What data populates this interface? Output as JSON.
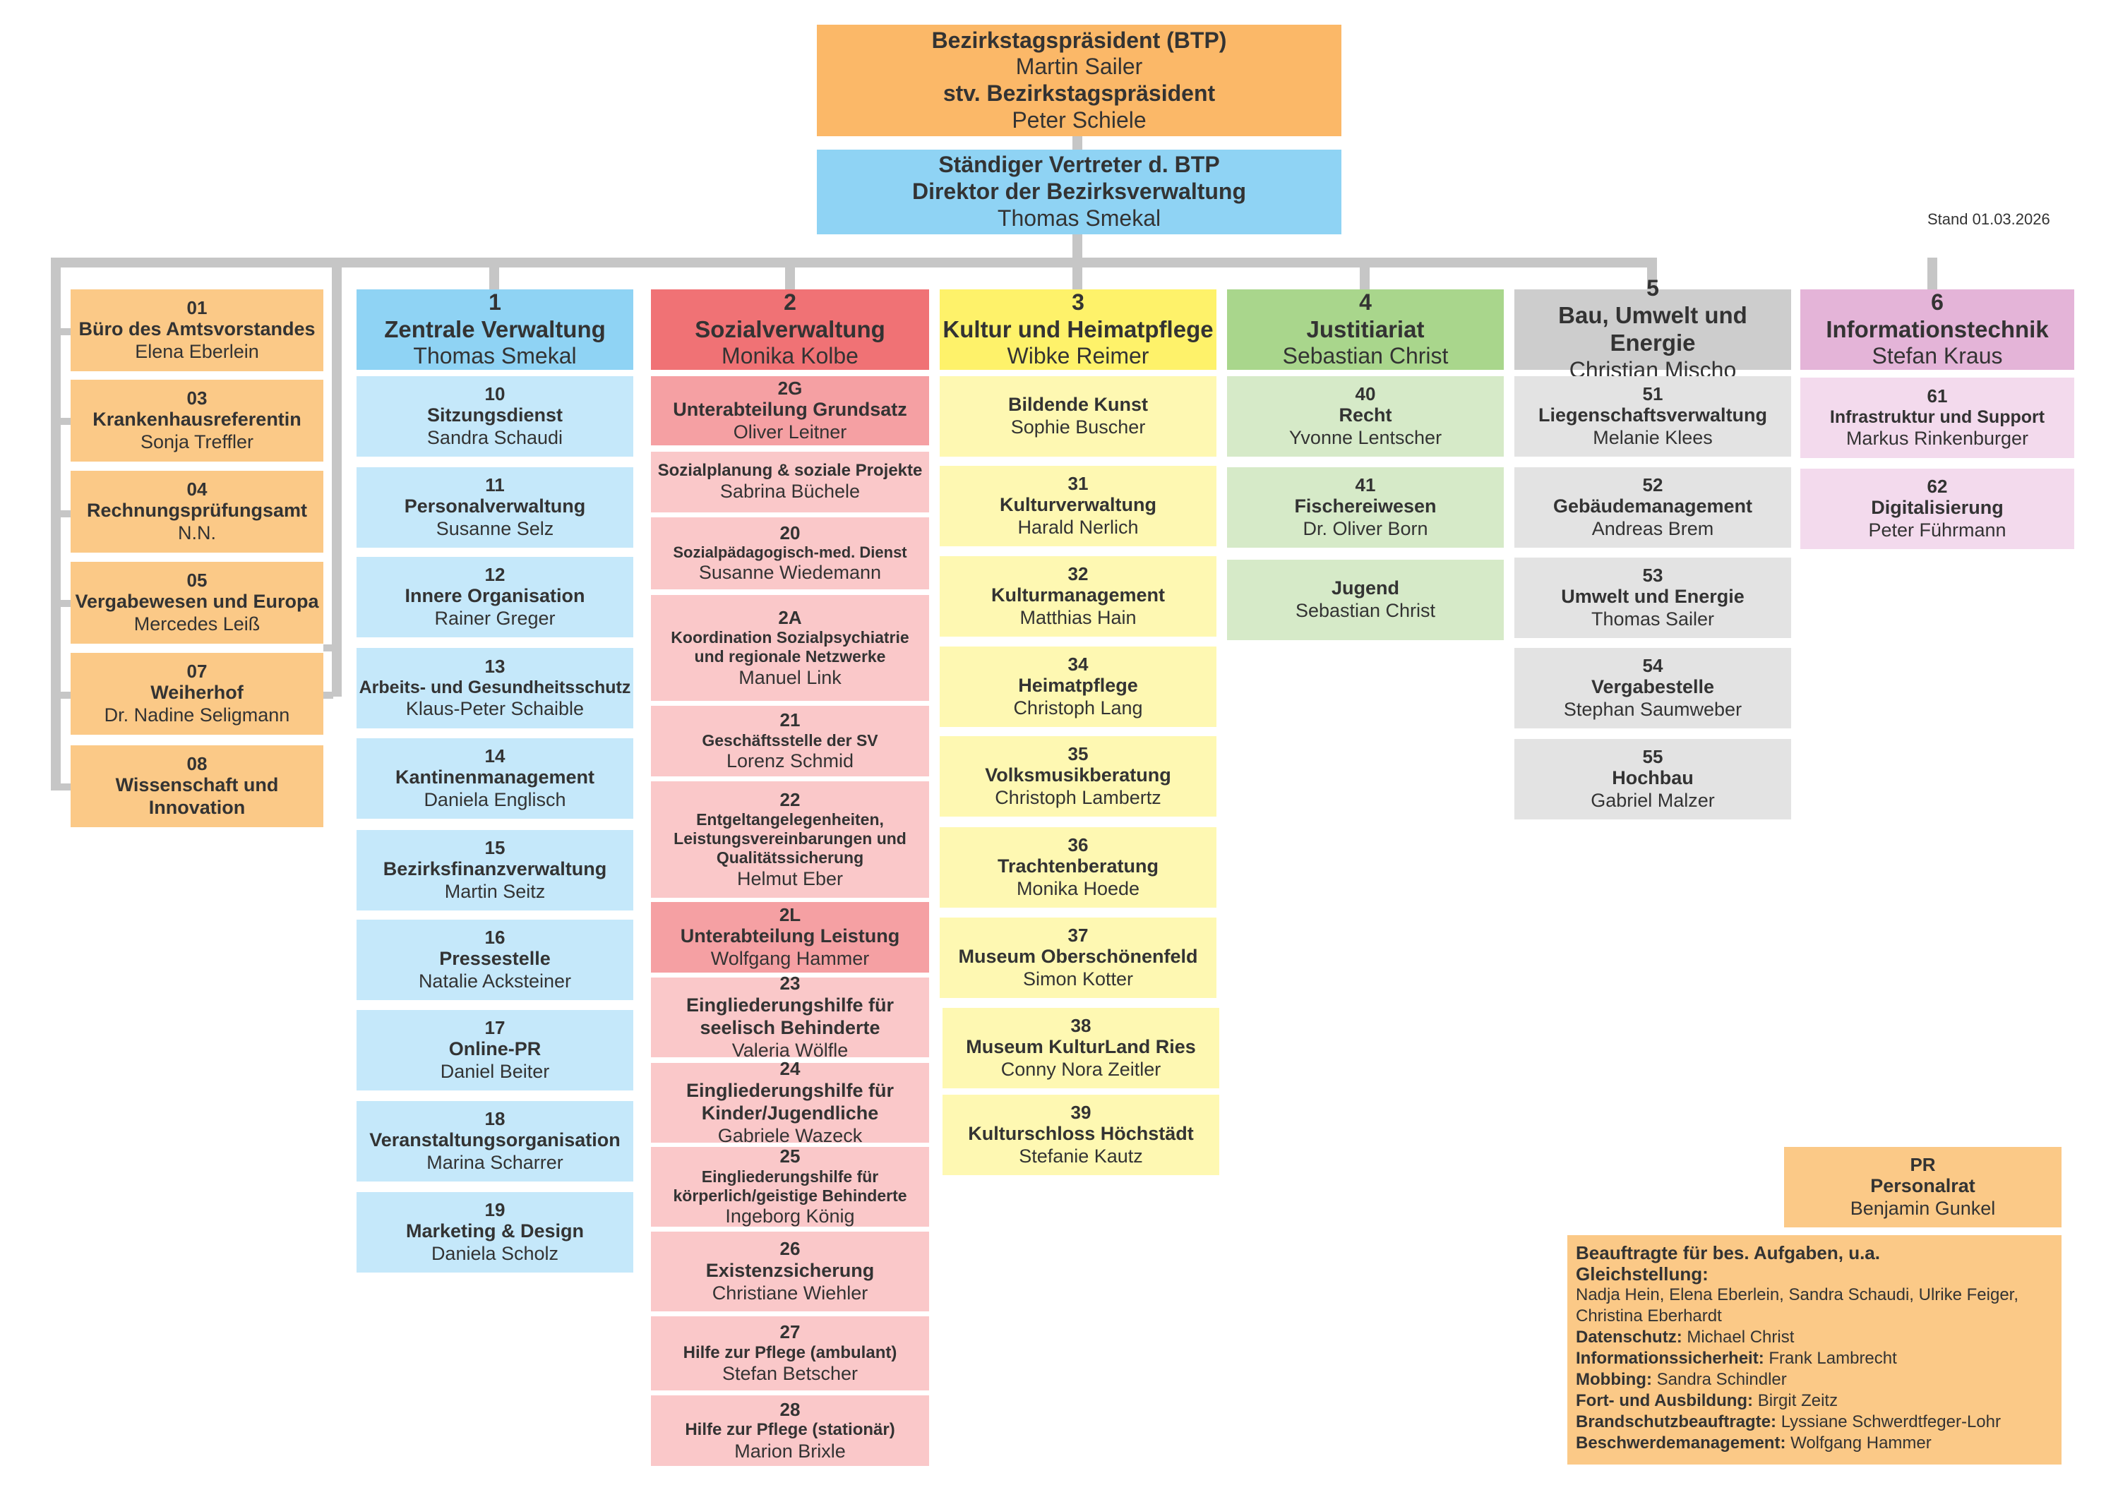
{
  "colors": {
    "orange": "#fbb868",
    "orange_light": "#fbc987",
    "blue_head": "#8fd3f4",
    "blue": "#c5e8fa",
    "red_head": "#f07275",
    "red_sub": "#f5a0a3",
    "red": "#fac8c9",
    "yellow_head": "#fef26a",
    "yellow": "#fef8b2",
    "green_head": "#a9d68c",
    "green": "#d6eac8",
    "grey_head": "#cdcdcd",
    "grey": "#e3e3e3",
    "purple_head": "#e4b4d8",
    "purple": "#f3daed",
    "connector": "#c6c6c6"
  },
  "stand": "Stand 01.03.2026",
  "top": {
    "btp_title": "Bezirkstagspräsident (BTP)",
    "btp_name": "Martin Sailer",
    "stv_title": "stv. Bezirkstagspräsident",
    "stv_name": "Peter Schiele"
  },
  "director": {
    "line1": "Ständiger Vertreter d. BTP",
    "line2": "Direktor der Bezirksverwaltung",
    "name": "Thomas Smekal"
  },
  "staff": [
    {
      "nr": "01",
      "title": "Büro des Amtsvorstandes",
      "name": "Elena Eberlein"
    },
    {
      "nr": "03",
      "title": "Krankenhausreferentin",
      "name": "Sonja Treffler"
    },
    {
      "nr": "04",
      "title": "Rechnungsprüfungsamt",
      "name": "N.N."
    },
    {
      "nr": "05",
      "title": "Vergabewesen und Europa",
      "name": "Mercedes Leiß"
    },
    {
      "nr": "07",
      "title": "Weiherhof",
      "name": "Dr. Nadine Seligmann"
    },
    {
      "nr": "08",
      "title": "Wissenschaft und Innovation",
      "name": ""
    }
  ],
  "departments": [
    {
      "nr": "1",
      "title": "Zentrale Verwaltung",
      "name": "Thomas Smekal"
    },
    {
      "nr": "2",
      "title": "Sozialverwaltung",
      "name": "Monika Kolbe"
    },
    {
      "nr": "3",
      "title": "Kultur und Heimatpflege",
      "name": "Wibke Reimer"
    },
    {
      "nr": "4",
      "title": "Justitiariat",
      "name": "Sebastian Christ"
    },
    {
      "nr": "5",
      "title": "Bau, Umwelt und Energie",
      "name": "Christian Mischo"
    },
    {
      "nr": "6",
      "title": "Informationstechnik",
      "name": "Stefan Kraus"
    }
  ],
  "units": {
    "d1": [
      {
        "nr": "10",
        "title": "Sitzungsdienst",
        "name": "Sandra Schaudi"
      },
      {
        "nr": "11",
        "title": "Personalverwaltung",
        "name": "Susanne Selz"
      },
      {
        "nr": "12",
        "title": "Innere Organisation",
        "name": "Rainer Greger"
      },
      {
        "nr": "13",
        "title": "Arbeits- und Gesundheitsschutz",
        "name": "Klaus-Peter Schaible"
      },
      {
        "nr": "14",
        "title": "Kantinenmanagement",
        "name": "Daniela Englisch"
      },
      {
        "nr": "15",
        "title": "Bezirksfinanzverwaltung",
        "name": "Martin Seitz"
      },
      {
        "nr": "16",
        "title": "Pressestelle",
        "name": "Natalie Acksteiner"
      },
      {
        "nr": "17",
        "title": "Online-PR",
        "name": "Daniel Beiter"
      },
      {
        "nr": "18",
        "title": "Veranstaltungsorganisation",
        "name": "Marina Scharrer"
      },
      {
        "nr": "19",
        "title": "Marketing & Design",
        "name": "Daniela Scholz"
      }
    ],
    "d2": [
      {
        "nr": "2G",
        "title": "Unterabteilung Grundsatz",
        "name": "Oliver Leitner"
      },
      {
        "nr": "",
        "title": "Sozialplanung & soziale Projekte",
        "name": "Sabrina Büchele"
      },
      {
        "nr": "20",
        "title": "Sozialpädagogisch-med. Dienst",
        "name": "Susanne Wiedemann"
      },
      {
        "nr": "2A",
        "title": "Koordination Sozialpsychiatrie und regionale Netzwerke",
        "name": "Manuel Link"
      },
      {
        "nr": "21",
        "title": "Geschäftsstelle der SV",
        "name": "Lorenz Schmid"
      },
      {
        "nr": "22",
        "title": "Entgeltangelegenheiten, Leistungsvereinbarungen und Qualitätssicherung",
        "name": "Helmut Eber"
      },
      {
        "nr": "2L",
        "title": "Unterabteilung Leistung",
        "name": "Wolfgang Hammer"
      },
      {
        "nr": "23",
        "title": "Eingliederungshilfe für seelisch Behinderte",
        "name": "Valeria Wölfle"
      },
      {
        "nr": "24",
        "title": "Eingliederungshilfe für Kinder/Jugendliche",
        "name": "Gabriele Wazeck"
      },
      {
        "nr": "25",
        "title": "Eingliederungshilfe für körperlich/geistige Behinderte",
        "name": "Ingeborg König"
      },
      {
        "nr": "26",
        "title": "Existenzsicherung",
        "name": "Christiane Wiehler"
      },
      {
        "nr": "27",
        "title": "Hilfe zur Pflege (ambulant)",
        "name": "Stefan Betscher"
      },
      {
        "nr": "28",
        "title": "Hilfe zur Pflege (stationär)",
        "name": "Marion Brixle"
      }
    ],
    "d3": [
      {
        "nr": "",
        "title": "Bildende Kunst",
        "name": "Sophie Buscher"
      },
      {
        "nr": "31",
        "title": "Kulturverwaltung",
        "name": "Harald Nerlich"
      },
      {
        "nr": "32",
        "title": "Kulturmanagement",
        "name": "Matthias Hain"
      },
      {
        "nr": "34",
        "title": "Heimatpflege",
        "name": "Christoph Lang"
      },
      {
        "nr": "35",
        "title": "Volksmusikberatung",
        "name": "Christoph Lambertz"
      },
      {
        "nr": "36",
        "title": "Trachtenberatung",
        "name": "Monika Hoede"
      },
      {
        "nr": "37",
        "title": "Museum Oberschönenfeld",
        "name": "Simon Kotter"
      },
      {
        "nr": "38",
        "title": "Museum KulturLand Ries",
        "name": "Conny Nora Zeitler"
      },
      {
        "nr": "39",
        "title": "Kulturschloss Höchstädt",
        "name": "Stefanie Kautz"
      }
    ],
    "d4": [
      {
        "nr": "40",
        "title": "Recht",
        "name": "Yvonne Lentscher"
      },
      {
        "nr": "41",
        "title": "Fischereiwesen",
        "name": "Dr. Oliver Born"
      },
      {
        "nr": "",
        "title": "Jugend",
        "name": "Sebastian Christ"
      }
    ],
    "d5": [
      {
        "nr": "51",
        "title": "Liegenschaftsverwaltung",
        "name": "Melanie Klees"
      },
      {
        "nr": "52",
        "title": "Gebäudemanagement",
        "name": "Andreas Brem"
      },
      {
        "nr": "53",
        "title": "Umwelt und Energie",
        "name": "Thomas Sailer"
      },
      {
        "nr": "54",
        "title": "Vergabestelle",
        "name": "Stephan Saumweber"
      },
      {
        "nr": "55",
        "title": "Hochbau",
        "name": "Gabriel Malzer"
      }
    ],
    "d6": [
      {
        "nr": "61",
        "title": "Infrastruktur und Support",
        "name": "Markus Rinkenburger"
      },
      {
        "nr": "62",
        "title": "Digitalisierung",
        "name": "Peter Führmann"
      }
    ]
  },
  "pr": {
    "nr": "PR",
    "title": "Personalrat",
    "name": "Benjamin Gunkel"
  },
  "beauftragte": {
    "heading": "Beauftragte für bes. Aufgaben, u.a.",
    "gleichstellung_label": "Gleichstellung:",
    "gleichstellung_names": "Nadja Hein, Elena Eberlein, Sandra Schaudi, Ulrike Feiger, Christina Eberhardt",
    "items": [
      {
        "label": "Datenschutz:",
        "value": "Michael Christ"
      },
      {
        "label": "Informationssicherheit:",
        "value": "Frank Lambrecht"
      },
      {
        "label": "Mobbing:",
        "value": "Sandra Schindler"
      },
      {
        "label": "Fort- und Ausbildung:",
        "value": "Birgit Zeitz"
      },
      {
        "label": "Brandschutzbeauftragte:",
        "value": "Lyssiane Schwerdtfeger-Lohr"
      },
      {
        "label": "Beschwerdemanagement:",
        "value": "Wolfgang Hammer"
      }
    ]
  }
}
